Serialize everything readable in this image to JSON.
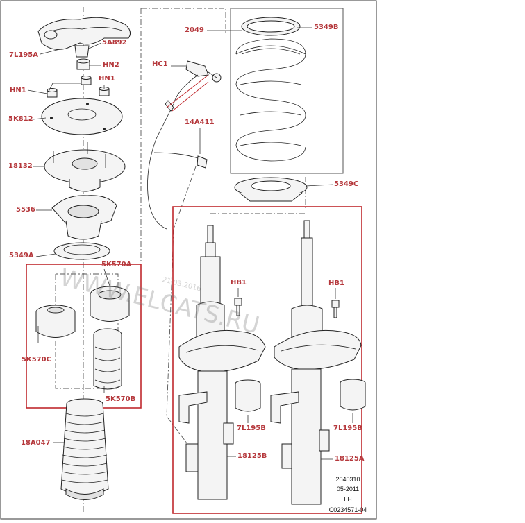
{
  "diagram": {
    "labels": {
      "l_7L195A": "7L195A",
      "l_5A892": "5A892",
      "l_HN2": "HN2",
      "l_HN1_left": "HN1",
      "l_HN1_right": "HN1",
      "l_5K812": "5K812",
      "l_18132": "18132",
      "l_5536": "5536",
      "l_5349A": "5349A",
      "l_5K570A": "5K570A",
      "l_5K570C": "5K570C",
      "l_5K570B": "5K570B",
      "l_18A047": "18A047",
      "l_HC1": "HC1",
      "l_14A411": "14A411",
      "l_2049": "2049",
      "l_5349B": "5349B",
      "l_5349C": "5349C",
      "l_HB1_left": "HB1",
      "l_HB1_right": "HB1",
      "l_7L195B_left": "7L195B",
      "l_7L195B_right": "7L195B",
      "l_18125B": "18125B",
      "l_18125A": "18125A"
    },
    "notes": {
      "code": "2040310",
      "date": "05-2011",
      "side": "LH",
      "ref": "C0234571-04"
    },
    "watermark": {
      "text": "WWW.ELCATS.RU",
      "date": "21.03.2016"
    },
    "colors": {
      "label": "#b5383c",
      "highlight_box": "#c0282d",
      "line": "#222222"
    }
  }
}
